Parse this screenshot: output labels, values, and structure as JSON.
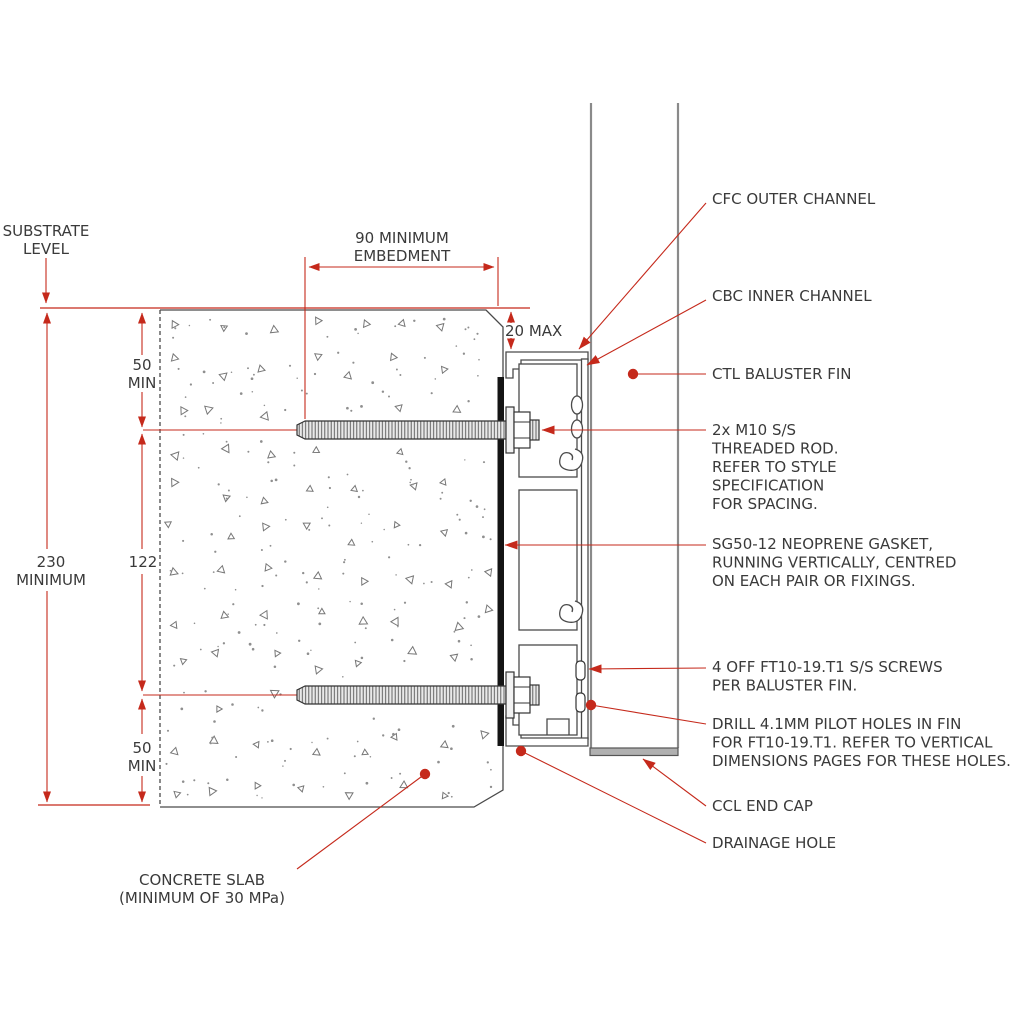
{
  "drawing": {
    "type": "construction-detail-section",
    "subject": "baluster fin channel fixing to concrete slab"
  },
  "colors": {
    "accent_red": "#c5291b",
    "line_dark": "#4a4a4a",
    "text": "#3a3a3a",
    "fin_gray": "#8a8a8a",
    "endcap_gray": "#b0b0b0",
    "gasket_black": "#141414",
    "stipple_gray": "#777777"
  },
  "dimensions": {
    "substrate_level": [
      "SUBSTRATE",
      "LEVEL"
    ],
    "embedment": [
      "90 MINIMUM",
      "EMBEDMENT"
    ],
    "gap_max": "20 MAX",
    "top_offset": [
      "50",
      "MIN"
    ],
    "overall": [
      "230",
      "MINIMUM"
    ],
    "rod_spacing": "122",
    "bottom_offset": [
      "50",
      "MIN"
    ]
  },
  "callouts": {
    "cfc": "CFC OUTER CHANNEL",
    "cbc": "CBC INNER CHANNEL",
    "ctl": "CTL BALUSTER FIN",
    "rod": [
      "2x M10 S/S",
      "THREADED ROD.",
      "REFER TO STYLE",
      "SPECIFICATION",
      "FOR SPACING."
    ],
    "gasket": [
      "SG50-12 NEOPRENE GASKET,",
      "RUNNING VERTICALLY, CENTRED",
      "ON EACH PAIR OR FIXINGS."
    ],
    "screws": [
      "4 OFF FT10-19.T1 S/S SCREWS",
      "PER BALUSTER FIN."
    ],
    "pilot": [
      "DRILL 4.1MM PILOT HOLES IN FIN",
      "FOR FT10-19.T1. REFER TO VERTICAL",
      "DIMENSIONS PAGES FOR THESE HOLES."
    ],
    "endcap": "CCL END CAP",
    "drainage": "DRAINAGE HOLE",
    "slab": [
      "CONCRETE SLAB",
      "(MINIMUM OF 30 MPa)"
    ]
  }
}
